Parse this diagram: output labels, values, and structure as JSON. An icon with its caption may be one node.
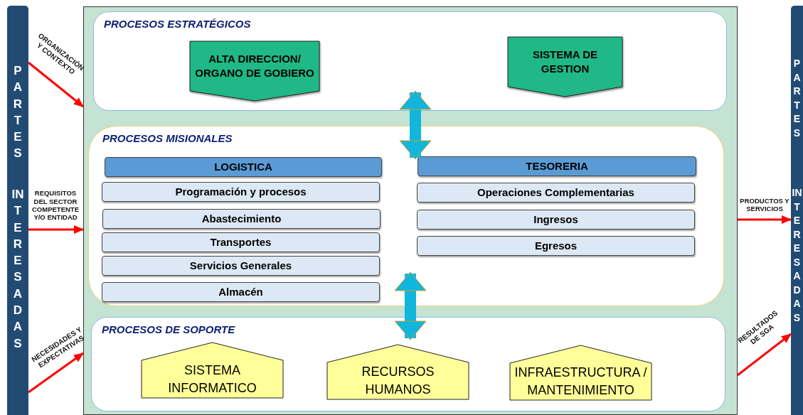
{
  "diagram": {
    "nodes": [
      {
        "text": [
          "PARTES",
          "INTERESADAS"
        ]
      },
      {
        "text": [],
        "shape": "box"
      },
      {
        "text": [
          "PROCESOS ESTRATÉGICOS"
        ],
        "in": 1
      },
      {
        "text": [
          "ALTA DIRECCION/ ORGANO DE GOBIERO"
        ],
        "in": 2
      },
      {
        "text": [
          "SISTEMA DE GESTION"
        ],
        "in": 2
      },
      {
        "text": [
          "PROCESOS MISIONALES"
        ],
        "in": 1
      },
      {
        "text": [
          "LOGISTICA"
        ],
        "in": 5
      },
      {
        "text": [
          "Programación y procesos"
        ],
        "in": 5
      },
      {
        "text": [
          "Abastecimiento"
        ],
        "in": 5
      },
      {
        "text": [
          "Transportes"
        ],
        "in": 5
      },
      {
        "text": [
          "Servicios Generales"
        ],
        "in": 5
      },
      {
        "text": [
          "Almacén"
        ],
        "in": 5
      },
      {
        "text": [
          "TESORERIA"
        ],
        "in": 5
      },
      {
        "text": [
          "Operaciones Complementarias"
        ],
        "in": 5
      },
      {
        "text": [
          "Ingresos"
        ],
        "in": 5
      },
      {
        "text": [
          "Egresos"
        ],
        "in": 5
      },
      {
        "text": [
          "PROCESOS DE SOPORTE"
        ],
        "in": 1
      },
      {
        "text": [
          "SISTEMA INFORMATICO"
        ],
        "in": 16
      },
      {
        "text": [
          "RECURSOS HUMANOS"
        ],
        "in": 16
      },
      {
        "text": [
          "INFRAESTRUCTURA / MANTENIMIENTO"
        ],
        "in": 16
      },
      {
        "text": [
          "PARTES",
          "INTERESADAS"
        ]
      }
    ],
    "edges": [
      {
        "from": 0,
        "to": 1,
        "arrow": "to",
        "label": "ORGANIZACIÓN Y CONTEXTO"
      },
      {
        "from": 0,
        "to": 1,
        "arrow": "to",
        "label": "REQUISITOS DEL SECTOR COMPETENTE Y/O ENTIDAD"
      },
      {
        "from": 0,
        "to": 1,
        "arrow": "to",
        "label": "NECESIDADES Y EXPECTATIVAS"
      },
      {
        "from": 1,
        "to": 20,
        "arrow": "to",
        "label": "PRODUCTOS Y SERVICIOS"
      },
      {
        "from": 1,
        "to": 20,
        "arrow": "to",
        "label": "RESULTADOS DE SGA"
      },
      {
        "from": 2,
        "to": 5,
        "arrow": "both",
        "style": "thick",
        "color": "#12b5dc"
      },
      {
        "from": 5,
        "to": 16,
        "arrow": "both",
        "style": "thick",
        "color": "#12b5dc"
      }
    ]
  }
}
